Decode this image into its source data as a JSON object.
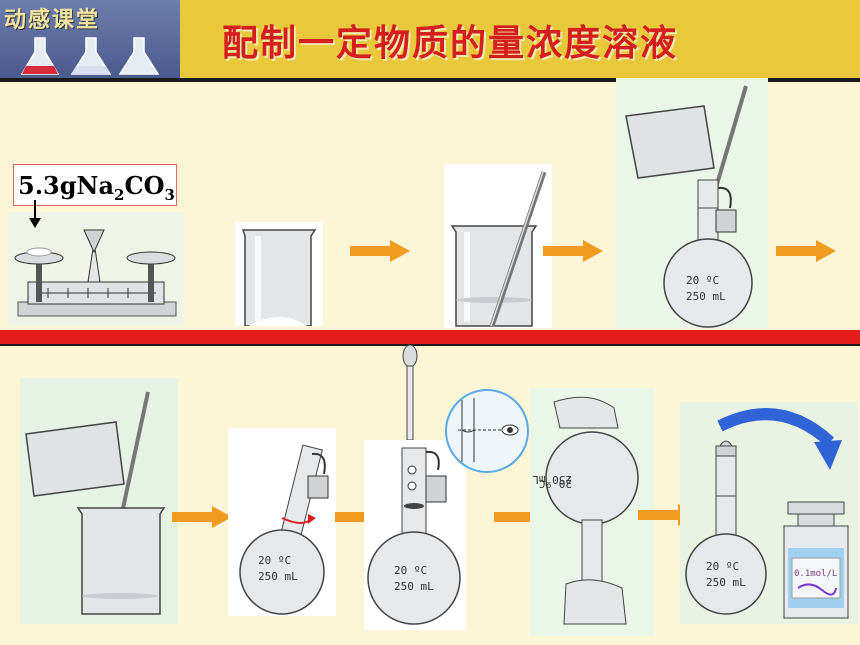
{
  "header": {
    "logo_text": "动感课堂",
    "title": "配制一定物质的量浓度溶液"
  },
  "labels": {
    "mass_prefix": "5.3gNa",
    "mass_sub1": "2",
    "mass_mid": "CO",
    "mass_sub2": "3",
    "flask_temp": "20 ºC",
    "flask_vol": "250 mL",
    "bottle_label": "0.1mol/L"
  },
  "colors": {
    "arrow": "#f09a1e",
    "divider": "#e31b1b",
    "title": "#d51f1f",
    "curve_arrow": "#2f63d6"
  }
}
